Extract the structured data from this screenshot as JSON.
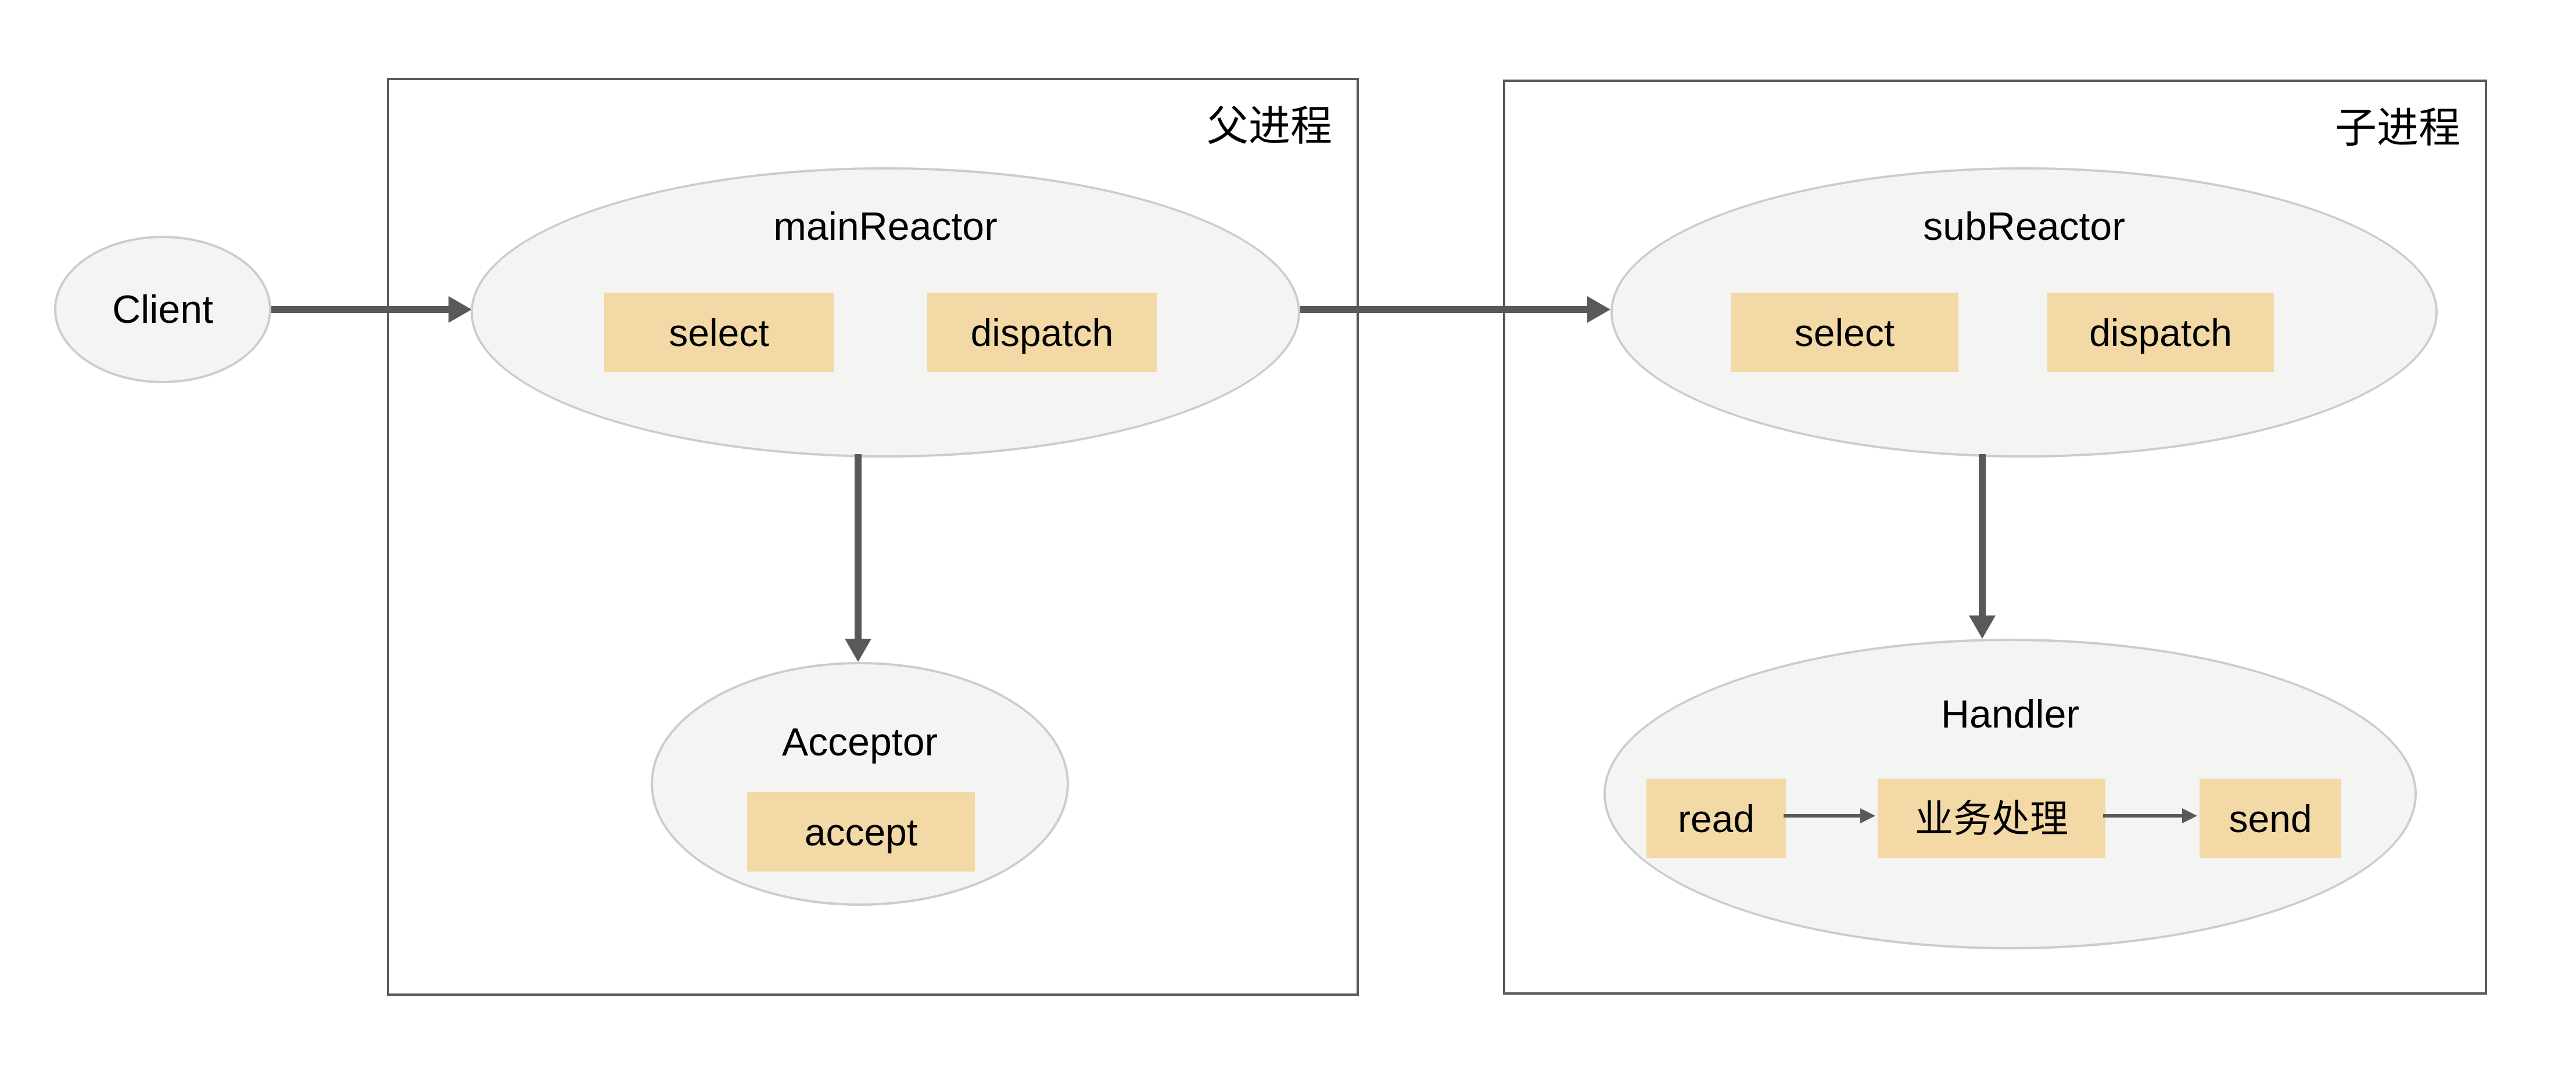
{
  "client": {
    "label": "Client"
  },
  "parent_process": {
    "label": "父进程",
    "main_reactor": {
      "title": "mainReactor",
      "ops": [
        "select",
        "dispatch"
      ]
    },
    "acceptor": {
      "title": "Acceptor",
      "ops": [
        "accept"
      ]
    }
  },
  "child_process": {
    "label": "子进程",
    "sub_reactor": {
      "title": "subReactor",
      "ops": [
        "select",
        "dispatch"
      ]
    },
    "handler": {
      "title": "Handler",
      "steps": [
        "read",
        "业务处理",
        "send"
      ]
    }
  },
  "colors": {
    "background": "#ffffff",
    "text": "#000000",
    "frame_border": "#595959",
    "arrow": "#595959",
    "ellipse_fill": "#f4f4f2",
    "ellipse_border": "#cccccb",
    "op_box_fill": "#f3d9a6"
  }
}
